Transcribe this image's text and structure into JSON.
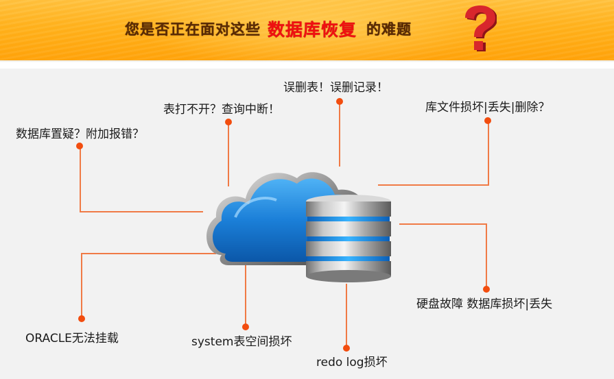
{
  "banner": {
    "prefix": "您是否正在面对这些",
    "highlight": "数据库恢复",
    "suffix": "的难题",
    "icon": "question-mark-icon",
    "colors": {
      "background": "#ffb21c",
      "text": "#5a2b04",
      "highlight": "#f01010",
      "question_mark": "#d8222a"
    }
  },
  "diagram": {
    "center_icon": "cloud-database-icon",
    "accent_color": "#f24d0f",
    "problems": [
      {
        "id": "suspect",
        "label": "数据库置疑？附加报错？"
      },
      {
        "id": "table-open",
        "label": "表打不开？查询中断！"
      },
      {
        "id": "deleted",
        "label": "误删表！误删记录！"
      },
      {
        "id": "file-damage",
        "label": "库文件损坏|丢失|删除？"
      },
      {
        "id": "oracle-mount",
        "label": "ORACLE无法挂载"
      },
      {
        "id": "system-tablespace",
        "label": "system表空间损坏"
      },
      {
        "id": "redo-log",
        "label": "redo log损坏"
      },
      {
        "id": "disk-failure",
        "label": "硬盘故障 数据库损坏|丢失"
      }
    ]
  }
}
